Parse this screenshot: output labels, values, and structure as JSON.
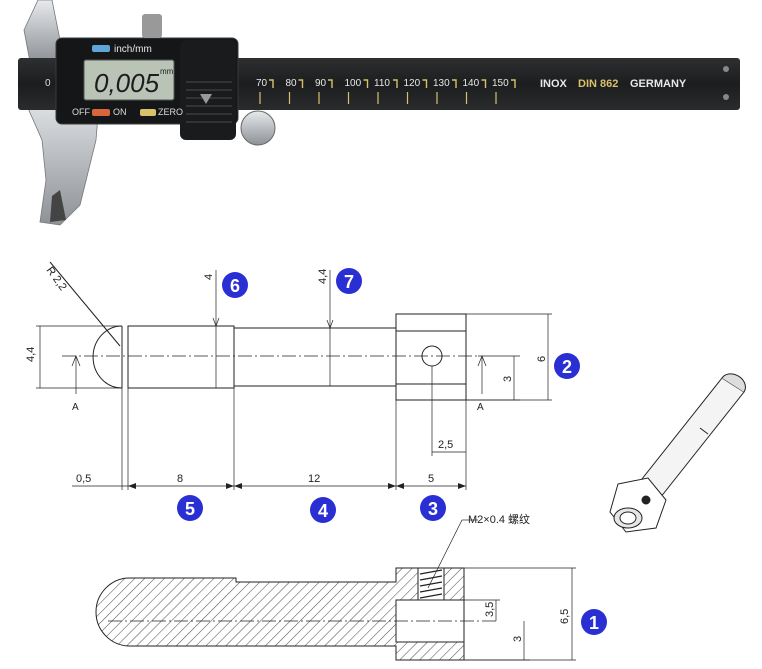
{
  "caliper": {
    "display_unit_label": "inch/mm",
    "display_value": "0,005",
    "display_unit": "mm",
    "button_off": "OFF",
    "button_on": "ON",
    "button_zero": "ZERO",
    "zero_mark": "0",
    "scale_numbers": [
      "70",
      "80",
      "90",
      "100",
      "110",
      "120",
      "130",
      "140",
      "150"
    ],
    "brand_inox": "INOX",
    "brand_din": "DIN 862",
    "brand_germany": "GERMANY"
  },
  "drawing": {
    "radius_label": "R 2,2",
    "diameter_left": "4,4",
    "dim_top_4": "4",
    "dim_top_44": "4,4",
    "dim_right_6": "6",
    "dim_right_3": "3",
    "dim_25": "2,5",
    "dim_05": "0,5",
    "dim_8": "8",
    "dim_12": "12",
    "dim_5": "5",
    "section_left": "A",
    "section_right": "A",
    "thread_note": "M2×0.4 螺纹",
    "dim_35": "3,5",
    "dim_3_low": "3",
    "dim_65": "6,5"
  },
  "markers": [
    "1",
    "2",
    "3",
    "4",
    "5",
    "6",
    "7"
  ],
  "colors": {
    "marker": "#2a2fd4",
    "ink": "#222222",
    "caliper_dark": "#1e1f20",
    "lcd": "#b9c3b6",
    "scale_yellow": "#d9c06a"
  }
}
